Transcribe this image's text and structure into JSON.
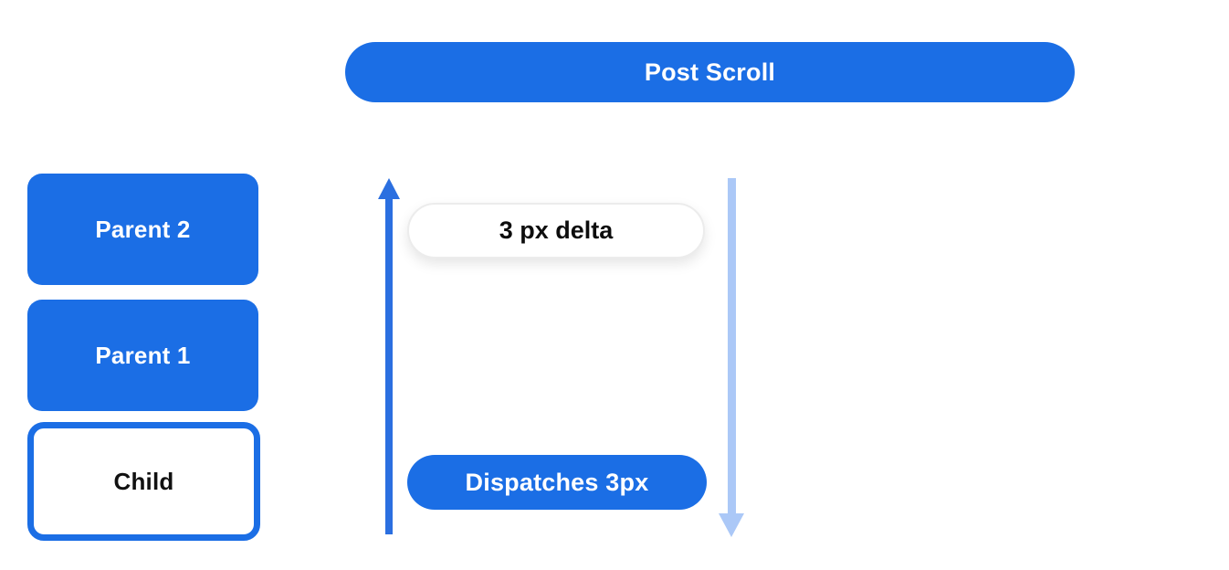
{
  "diagram": {
    "title_pill": {
      "label": "Post Scroll"
    },
    "stack": {
      "items": [
        {
          "label": "Parent 2",
          "variant": "filled"
        },
        {
          "label": "Parent 1",
          "variant": "filled"
        },
        {
          "label": "Child",
          "variant": "outlined"
        }
      ]
    },
    "flow": {
      "delta_pill_label": "3 px delta",
      "dispatch_pill_label": "Dispatches 3px",
      "up_arrow_direction": "up",
      "down_arrow_direction": "down"
    },
    "colors": {
      "primary_blue": "#1b6ee5",
      "arrow_blue": "#2b6fe0",
      "light_blue_arrow": "#abc8f7",
      "pill_border_gray": "#ececec",
      "text_white": "#ffffff",
      "text_black": "#0d0d0d",
      "background": "#ffffff"
    }
  }
}
